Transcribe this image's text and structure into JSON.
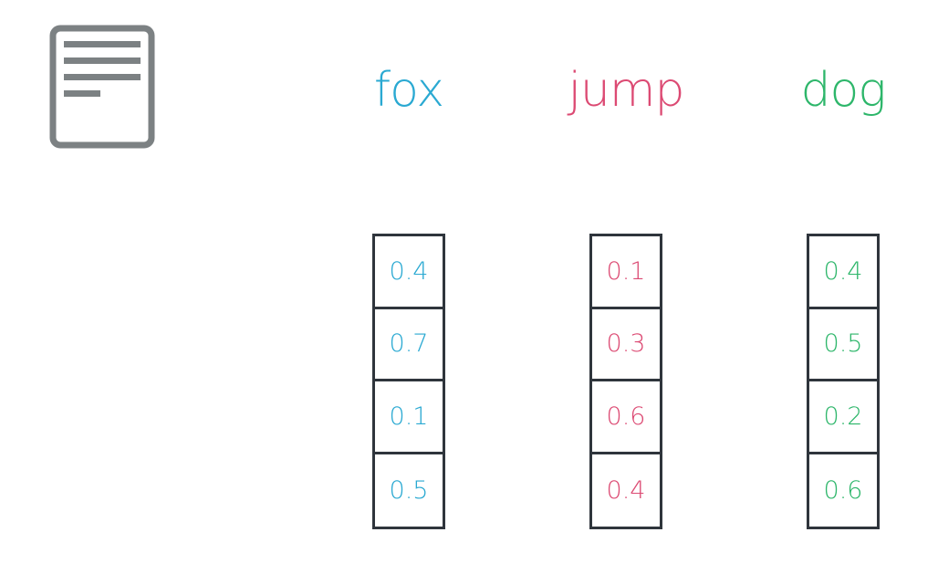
{
  "icon": "document-icon",
  "words": [
    {
      "label": "fox",
      "color": "#2aa9d2",
      "values": [
        "0.4",
        "0.7",
        "0.1",
        "0.5"
      ]
    },
    {
      "label": "jump",
      "color": "#dc4a73",
      "values": [
        "0.1",
        "0.3",
        "0.6",
        "0.4"
      ]
    },
    {
      "label": "dog",
      "color": "#2db66a",
      "values": [
        "0.4",
        "0.5",
        "0.2",
        "0.6"
      ]
    }
  ]
}
